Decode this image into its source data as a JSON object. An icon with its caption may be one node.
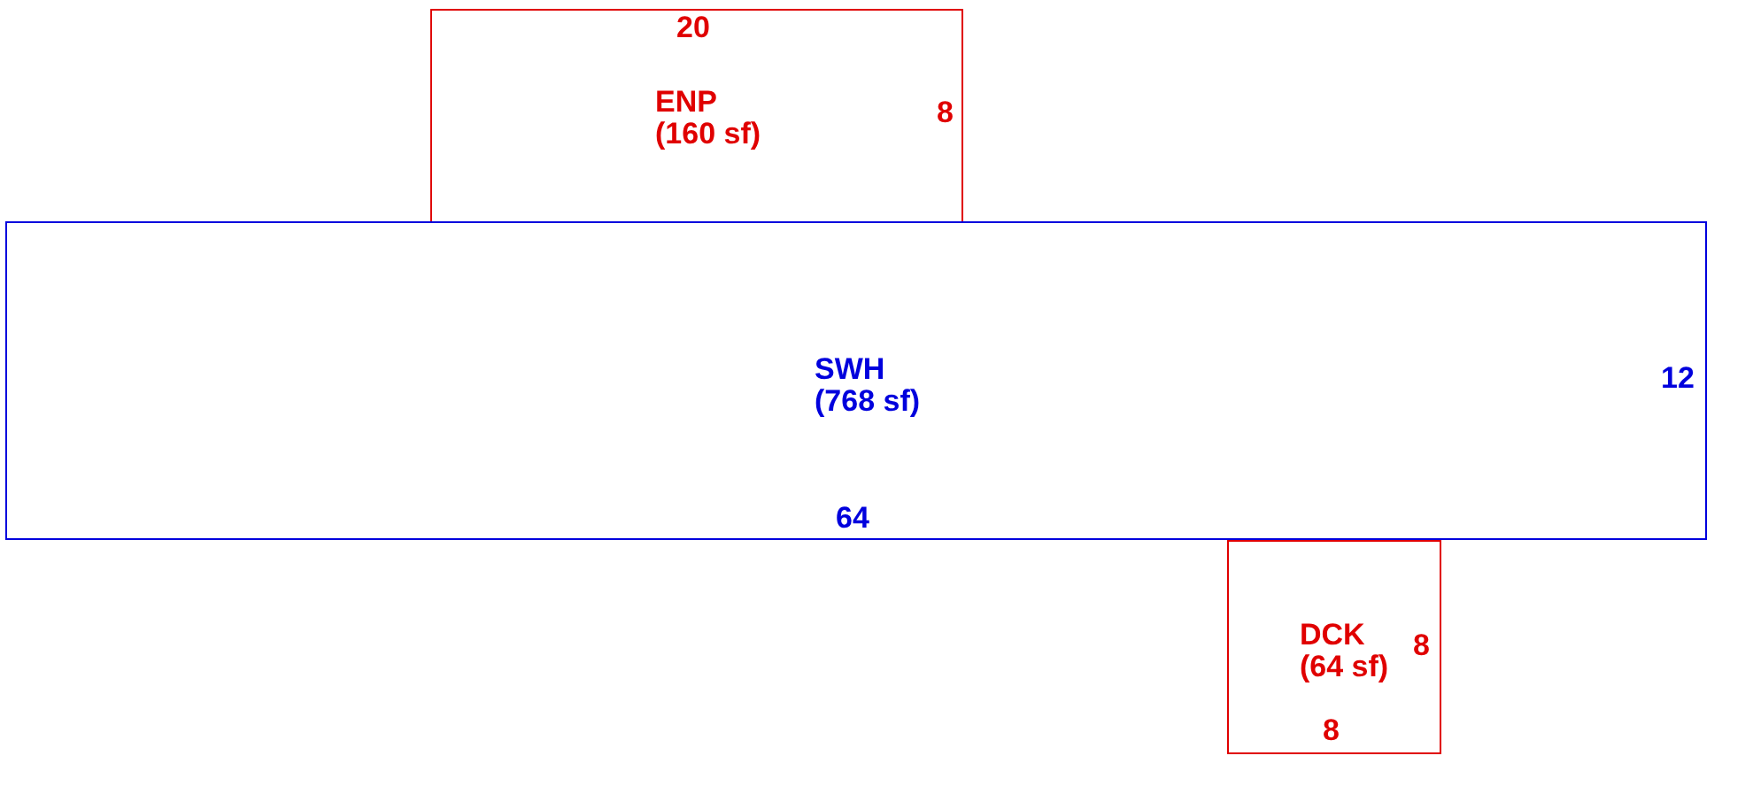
{
  "diagram": {
    "nodes": [
      {
        "text": [
          "ENP",
          "(160 sf)"
        ]
      },
      {
        "text": [
          "SWH",
          "(768 sf)"
        ]
      },
      {
        "text": [
          "DCK",
          "(64 sf)"
        ]
      }
    ],
    "labels": [
      "20",
      "8",
      "12",
      "64",
      "8",
      "8"
    ]
  }
}
